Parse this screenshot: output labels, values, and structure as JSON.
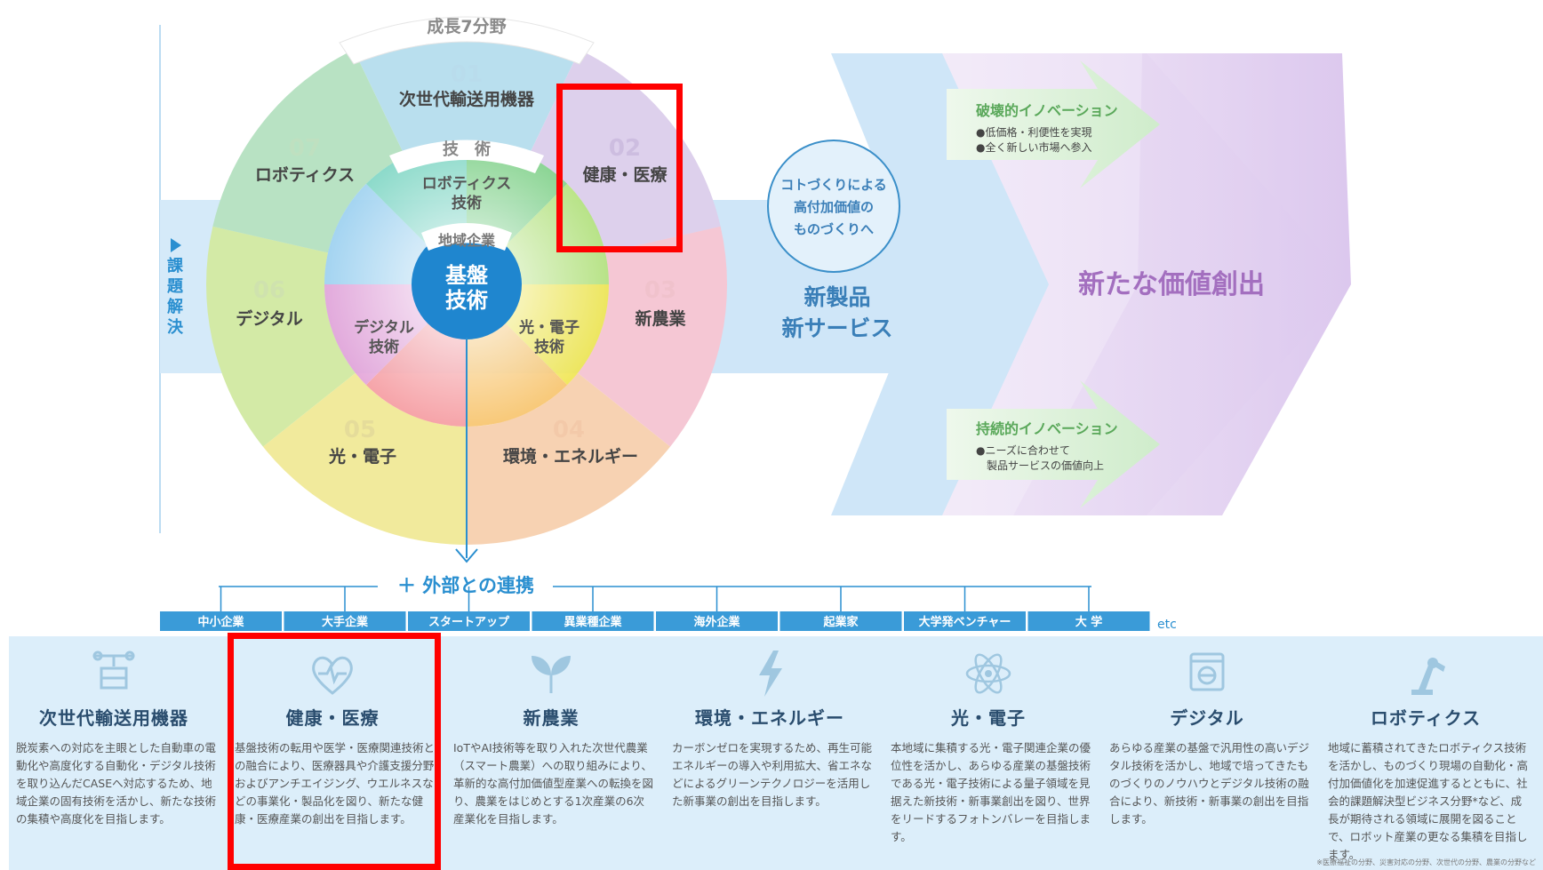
{
  "ring_header": "成長7分野",
  "tech_header": "技　術",
  "core": {
    "badge": "地域企業",
    "line1": "基盤",
    "line2": "技術"
  },
  "left_bar": "課題解決",
  "fields": [
    {
      "num": "01",
      "label": "次世代輸送用機器"
    },
    {
      "num": "02",
      "label": "健康・医療"
    },
    {
      "num": "03",
      "label": "新農業"
    },
    {
      "num": "04",
      "label": "環境・エネルギー"
    },
    {
      "num": "05",
      "label": "光・電子"
    },
    {
      "num": "06",
      "label": "デジタル"
    },
    {
      "num": "07",
      "label": "ロボティクス"
    }
  ],
  "techs": {
    "robotics": [
      "ロボティクス",
      "技術"
    ],
    "digital": [
      "デジタル",
      "技術"
    ],
    "photon": [
      "光・電子",
      "技術"
    ]
  },
  "kotozukuri": [
    "コトづくりによる",
    "高付加価値の",
    "ものづくりへ"
  ],
  "new_products": [
    "新製品",
    "新サービス"
  ],
  "new_value": "新たな価値創出",
  "innovation_top": {
    "title": "破壊的イノベーション",
    "items": [
      "●低価格・利便性を実現",
      "●全く新しい市場へ参入"
    ]
  },
  "innovation_bottom": {
    "title": "持続的イノベーション",
    "items": [
      "●ニーズに合わせて",
      "製品サービスの価値向上"
    ]
  },
  "external": {
    "title": "＋ 外部との連携",
    "etc": "etc",
    "partners": [
      "中小企業",
      "大手企業",
      "スタートアップ",
      "異業種企業",
      "海外企業",
      "起業家",
      "大学発ベンチャー",
      "大 学"
    ]
  },
  "cards": [
    {
      "icon": "vehicle-icon",
      "title": "次世代輸送用機器",
      "desc": "脱炭素への対応を主眼とした自動車の電動化や高度化する自動化・デジタル技術を取り込んだCASEへ対応するため、地域企業の固有技術を活かし、新たな技術の集積や高度化を目指します。"
    },
    {
      "icon": "heart-pulse-icon",
      "title": "健康・医療",
      "desc": "基盤技術の転用や医学・医療関連技術との融合により、医療器具や介護支援分野およびアンチエイジング、ウエルネスなどの事業化・製品化を図り、新たな健康・医療産業の創出を目指します。"
    },
    {
      "icon": "sprout-icon",
      "title": "新農業",
      "desc": "IoTやAI技術等を取り入れた次世代農業（スマート農業）への取り組みにより、革新的な高付加価値型産業への転換を図り、農業をはじめとする1次産業の6次産業化を目指します。"
    },
    {
      "icon": "lightning-icon",
      "title": "環境・エネルギー",
      "desc": "カーボンゼロを実現するため、再生可能エネルギーの導入や利用拡大、省エネなどによるグリーンテクノロジーを活用した新事業の創出を目指します。"
    },
    {
      "icon": "atom-icon",
      "title": "光・電子",
      "desc": "本地域に集積する光・電子関連企業の優位性を活かし、あらゆる産業の基盤技術である光・電子技術による量子領域を見据えた新技術・新事業創出を図り、世界をリードするフォトンバレーを目指します。"
    },
    {
      "icon": "monitor-globe-icon",
      "title": "デジタル",
      "desc": "あらゆる産業の基盤で汎用性の高いデジタル技術を活かし、地域で培ってきたものづくりのノウハウとデジタル技術の融合により、新技術・新事業の創出を目指します。"
    },
    {
      "icon": "robot-arm-icon",
      "title": "ロボティクス",
      "desc": "地域に蓄積されてきたロボティクス技術を活かし、ものづくり現場の自動化・高付加価値化を加速促進するとともに、社会的課題解決型ビジネス分野*など、成長が期待される領域に展開を図ることで、ロボット産業の更なる集積を目指します。"
    }
  ],
  "footnote": "※医療福祉の分野、災害対応の分野、次世代の分野、農業の分野など",
  "colors": {
    "accent": "#2a8fd0",
    "highlight": "#ff0000",
    "band": "#dceefa",
    "title": "#2a4d6e"
  }
}
